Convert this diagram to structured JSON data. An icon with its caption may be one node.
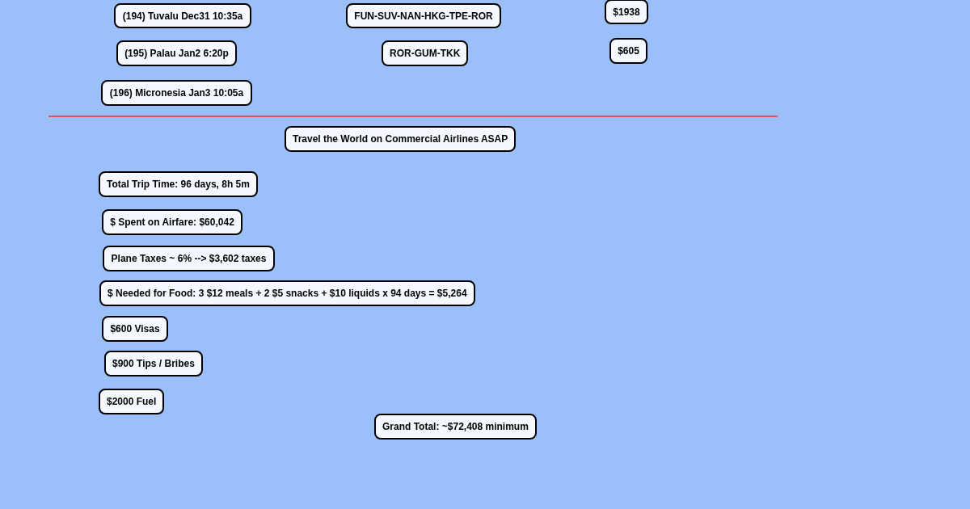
{
  "diagram": {
    "nodes": [
      {
        "text": [
          "(194) Tuvalu Dec31 10:35a"
        ]
      },
      {
        "text": [
          "FUN-SUV-NAN-HKG-TPE-ROR"
        ]
      },
      {
        "text": [
          "$1938"
        ]
      },
      {
        "text": [
          "(195) Palau Jan2 6:20p"
        ]
      },
      {
        "text": [
          "ROR-GUM-TKK"
        ]
      },
      {
        "text": [
          "$605"
        ]
      },
      {
        "text": [
          "(196) Micronesia Jan3 10:05a"
        ]
      },
      {
        "text": [
          "Travel the World on Commercial Airlines ASAP"
        ]
      },
      {
        "text": [
          "Total Trip Time: 96 days, 8h 5m"
        ]
      },
      {
        "text": [
          "$ Spent on Airfare: $60,042"
        ]
      },
      {
        "text": [
          "Plane Taxes ~ 6% --> $3,602 taxes"
        ]
      },
      {
        "text": [
          "$ Needed for Food: 3 $12 meals + 2 $5 snacks + $10 liquids x 94 days = $5,264"
        ]
      },
      {
        "text": [
          "$600 Visas"
        ]
      },
      {
        "text": [
          "$900 Tips / Bribes"
        ]
      },
      {
        "text": [
          "$2000 Fuel"
        ]
      },
      {
        "text": [
          "Grand Total: ~$72,408 minimum"
        ]
      }
    ]
  }
}
